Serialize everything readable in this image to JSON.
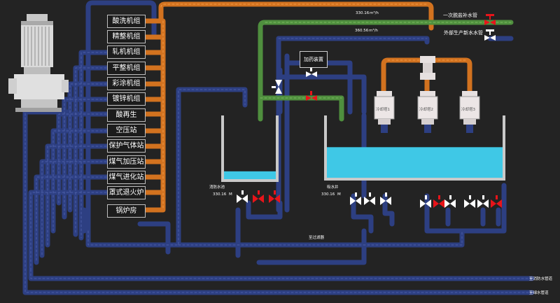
{
  "units": [
    {
      "label": "酸洗机组"
    },
    {
      "label": "精整机组"
    },
    {
      "label": "轧机机组"
    },
    {
      "label": "平整机组"
    },
    {
      "label": "彩涂机组"
    },
    {
      "label": "镀锌机组"
    },
    {
      "label": "酸再生"
    },
    {
      "label": "空压站"
    },
    {
      "label": "保护气体站"
    },
    {
      "label": "煤气加压站"
    },
    {
      "label": "煤气进化站"
    },
    {
      "label": "罩式退火炉"
    },
    {
      "label": "锅炉房"
    }
  ],
  "dosing_device": "加药装置",
  "pipes": {
    "primary_desalted_label": "一次脱盐补水管",
    "external_new_water_label": "外部生产新水水管",
    "flow_1": "330.16",
    "flow_1_unit": "m³/h",
    "flow_2": "360.56",
    "flow_2_unit": "m³/h",
    "to_filter": "至过滤器",
    "to_fire_network": "至消防水管道",
    "to_green_network": "至绿水管道"
  },
  "pools": {
    "fire_pool_label": "消防水池",
    "fire_pool_level": "330.16",
    "fire_pool_unit": "M",
    "suction_pool_label": "吸水井",
    "suction_pool_level": "330.16",
    "suction_pool_unit": "M",
    "fire_pool_fill_pct": 12,
    "suction_pool_fill_pct": 48
  },
  "cooling_towers": [
    {
      "label": "冷却塔1"
    },
    {
      "label": "冷却塔2"
    },
    {
      "label": "冷却塔3"
    }
  ],
  "colors": {
    "background": "#232323",
    "blue_pipe": "#2d3f82",
    "orange_pipe": "#d2721f",
    "green_pipe": "#4f8f3e",
    "water": "#3fc8e6",
    "valve_open": "#ffffff",
    "valve_closed": "#e8141a"
  },
  "icons": {
    "pump": "vertical-pump-icon",
    "valve": "gate-valve-icon",
    "tower": "cooling-tower-icon"
  }
}
